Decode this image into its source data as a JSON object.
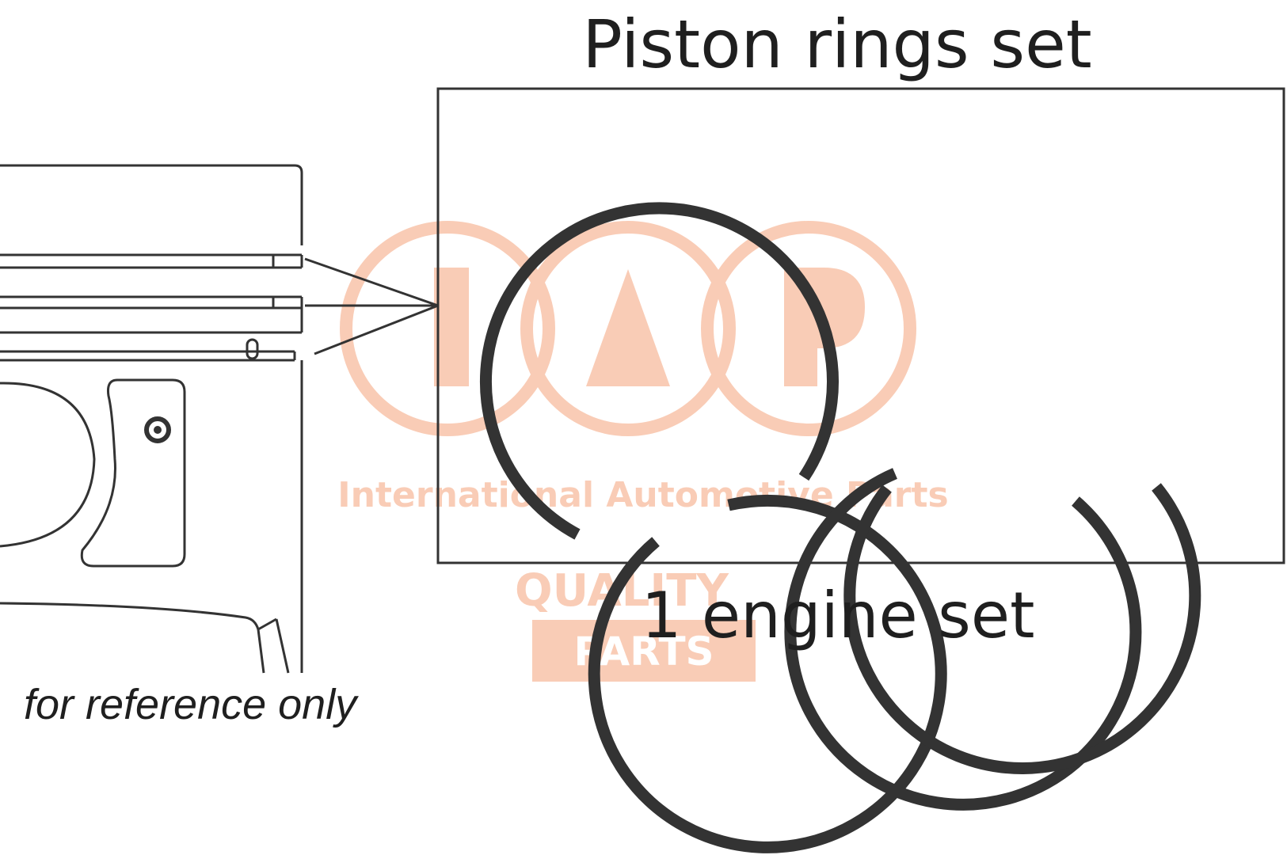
{
  "diagram": {
    "title": "Piston rings set",
    "caption": "1 engine set",
    "note": "for reference only"
  },
  "watermark": {
    "logo_letters": "IAP",
    "tagline": "International Automotive Parts",
    "badge_line1": "QUALITY",
    "badge_line2": "PARTS",
    "color": "#f7b99a"
  },
  "colors": {
    "ink": "#1f1f1f",
    "ring_stroke": "#333333",
    "background": "#ffffff"
  }
}
